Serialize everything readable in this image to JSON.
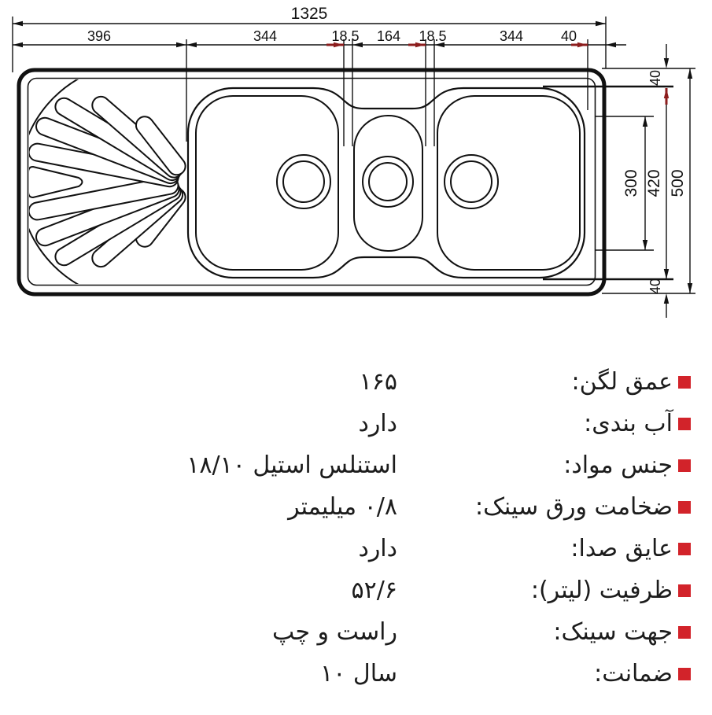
{
  "drawing": {
    "total": "1325",
    "seg1": "396",
    "seg2": "344",
    "seg3": "18.5",
    "seg4": "164",
    "seg5": "18.5",
    "seg6": "344",
    "seg7": "40",
    "right_top_40": "40",
    "right_300": "300",
    "right_420": "420",
    "right_500": "500",
    "right_bottom_40": "40"
  },
  "specs": {
    "rows": [
      {
        "label": "عمق لگن:",
        "value": "۱۶۵"
      },
      {
        "label": "آب بندی:",
        "value": "دارد"
      },
      {
        "label": "جنس مواد:",
        "value": "استنلس استیل ۱۸/۱۰"
      },
      {
        "label": "ضخامت ورق سینک:",
        "value": "۰/۸ میلیمتر"
      },
      {
        "label": "عایق صدا:",
        "value": "دارد"
      },
      {
        "label": "ظرفیت (لیتر):",
        "value": "۵۲/۶"
      },
      {
        "label": "جهت سینک:",
        "value": "راست و چپ"
      },
      {
        "label": "ضمانت:",
        "value": "۱۰ سال"
      }
    ]
  },
  "colors": {
    "bullet_red": "#d2232a",
    "mark_red": "#8c1d1d",
    "line_black": "#111111"
  }
}
